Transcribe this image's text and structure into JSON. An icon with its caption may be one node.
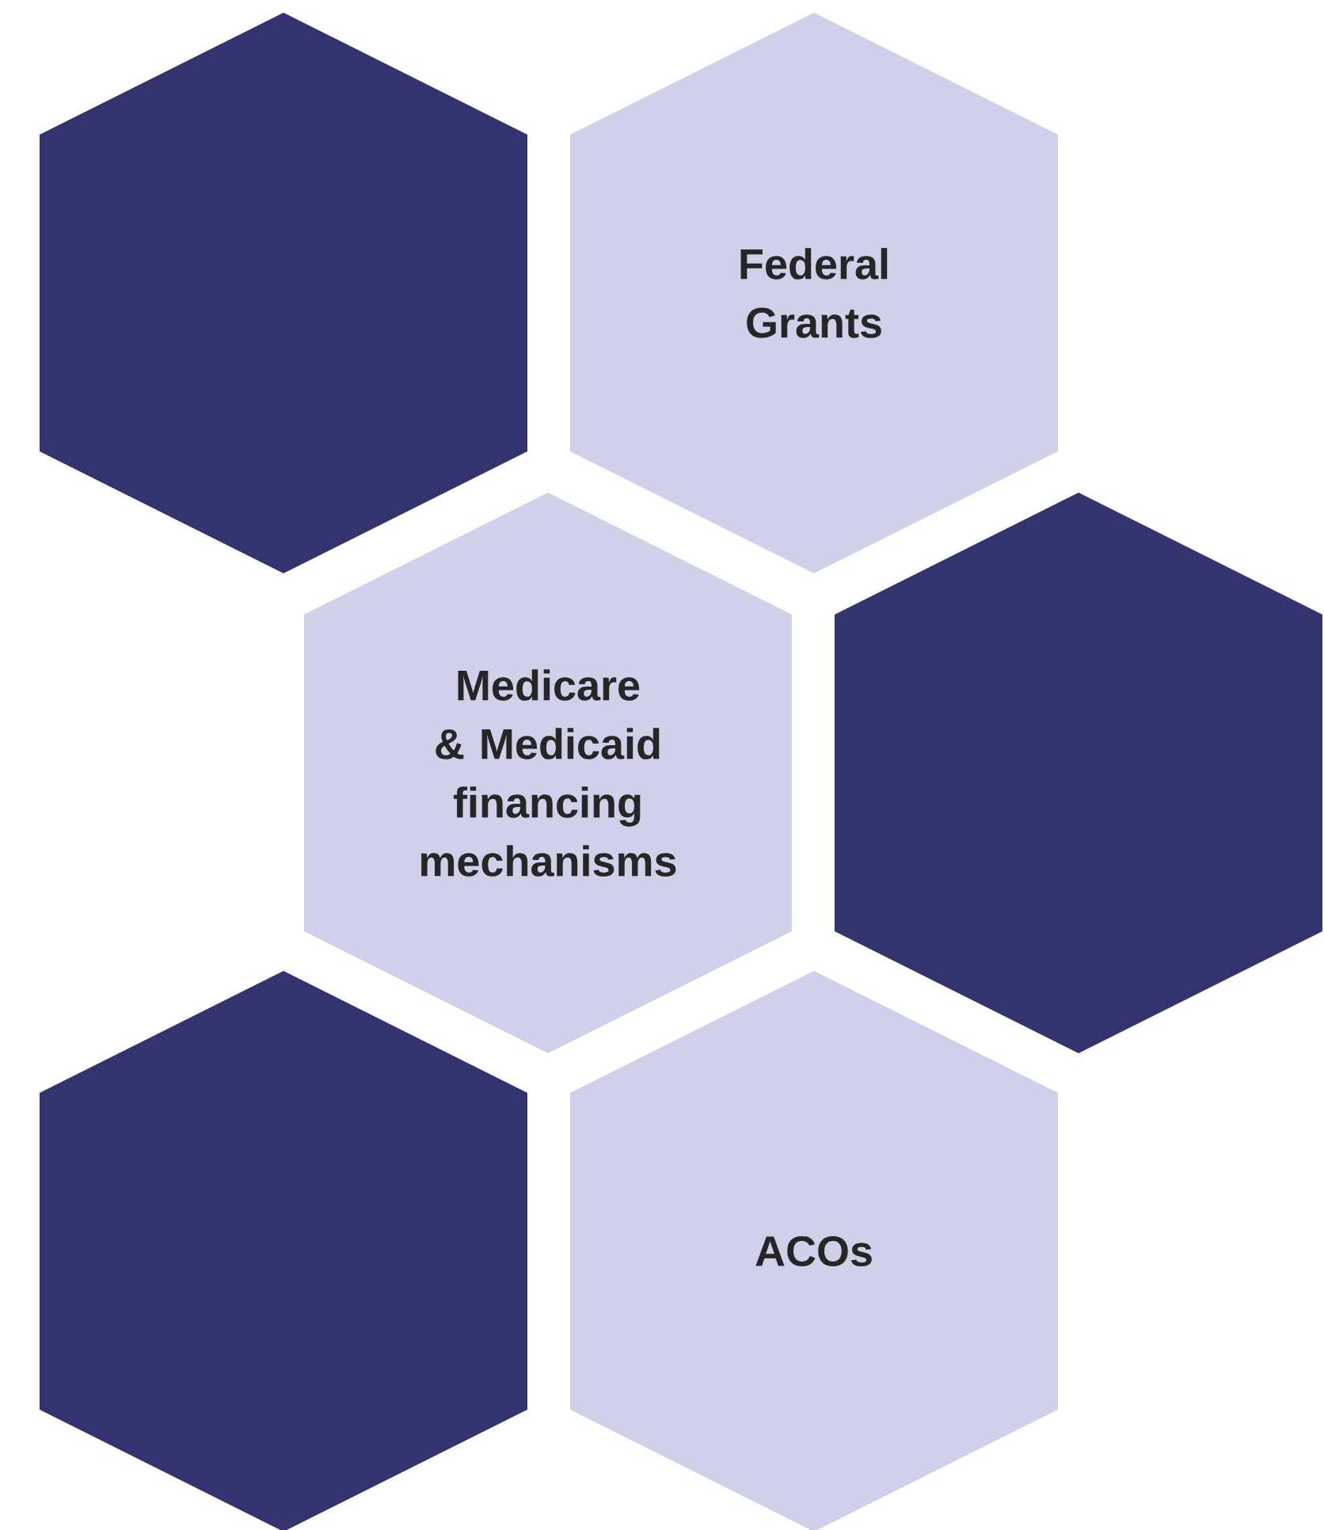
{
  "diagram": {
    "nodes": [
      {
        "text": [],
        "shape": "hexagon"
      },
      {
        "text": [
          "Federal Grants"
        ]
      },
      {
        "text": [
          "Medicare & Medicaid financing mechanisms"
        ]
      },
      {
        "text": [],
        "shape": "hexagon"
      },
      {
        "text": [],
        "shape": "hexagon"
      },
      {
        "text": [
          "ACOs"
        ]
      }
    ]
  }
}
